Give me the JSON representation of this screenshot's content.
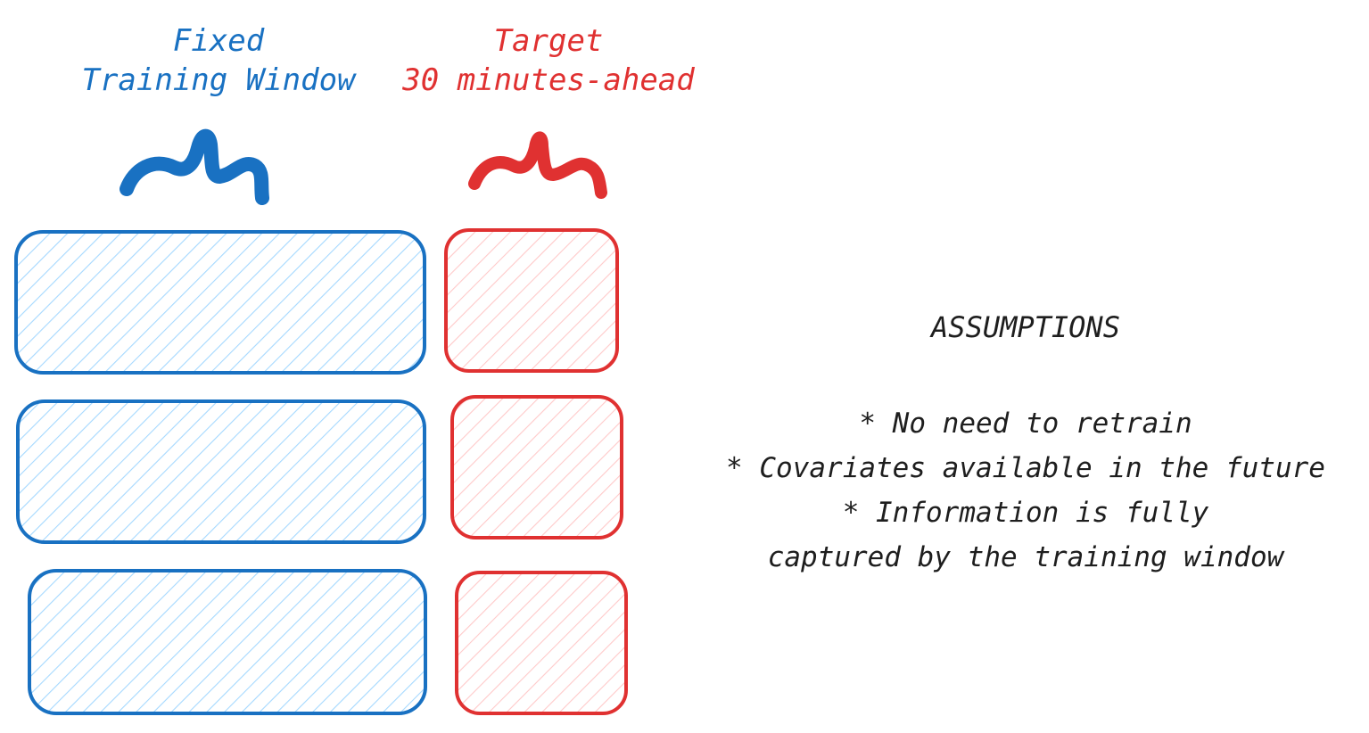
{
  "labels": {
    "training_line1": "Fixed",
    "training_line2": "Training Window",
    "target_line1": "Target",
    "target_line2": "30 minutes-ahead"
  },
  "assumptions": {
    "title": "ASSUMPTIONS",
    "items": [
      "* No need to retrain",
      "* Covariates available in the future",
      "* Information is fully",
      "captured by the training window"
    ]
  },
  "colors": {
    "training_stroke": "#1971c2",
    "training_hatch": "#a5d8ff",
    "target_stroke": "#e03131",
    "target_hatch": "#ffc9c9",
    "text": "#1e1e1e"
  },
  "icons": {
    "training_brace": "curly-brace-icon",
    "target_brace": "curly-brace-icon"
  }
}
